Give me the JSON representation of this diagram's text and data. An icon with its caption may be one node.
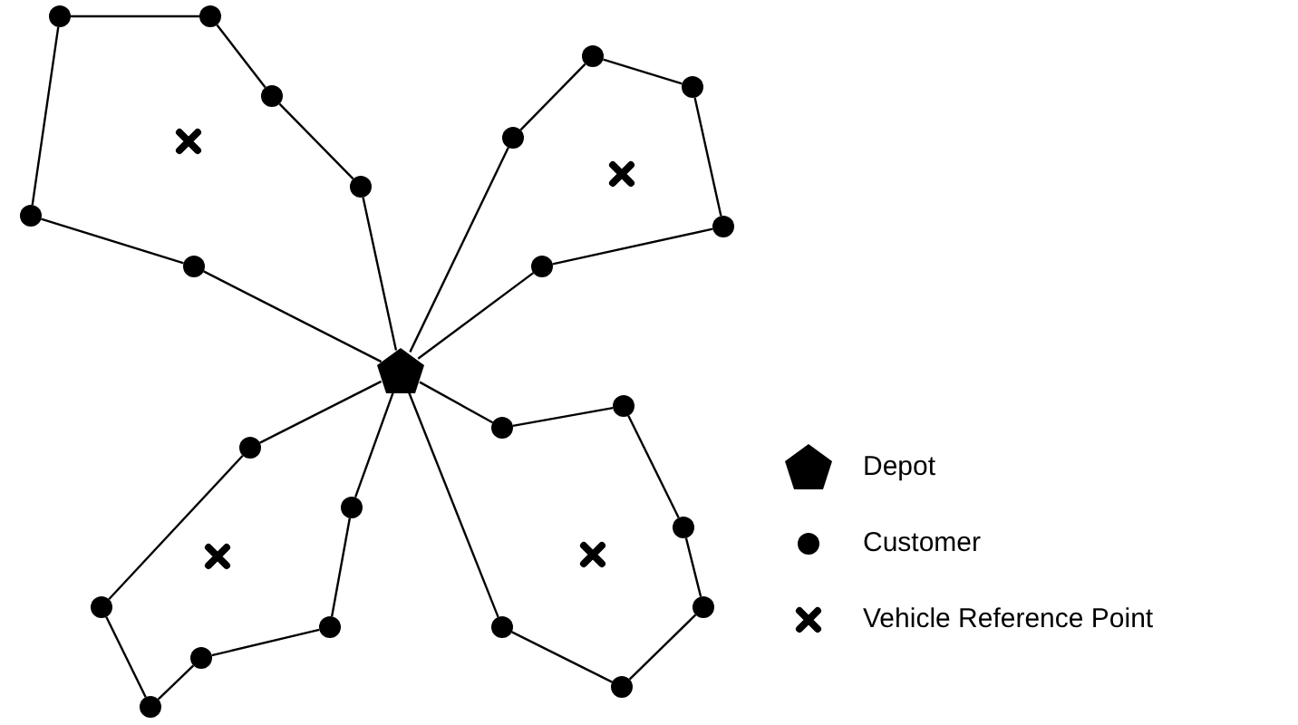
{
  "diagram": {
    "nodes": [
      {
        "text": [],
        "shape": "pentagon"
      },
      {
        "text": [],
        "shape": "circle"
      },
      {
        "text": [],
        "shape": "circle"
      },
      {
        "text": [],
        "shape": "circle"
      },
      {
        "text": [],
        "shape": "circle"
      },
      {
        "text": [],
        "shape": "circle"
      },
      {
        "text": [],
        "shape": "circle"
      },
      {
        "text": [],
        "shape": "circle"
      },
      {
        "text": [],
        "shape": "circle"
      },
      {
        "text": [],
        "shape": "circle"
      },
      {
        "text": [],
        "shape": "circle"
      },
      {
        "text": [],
        "shape": "circle"
      },
      {
        "text": [],
        "shape": "circle"
      },
      {
        "text": [],
        "shape": "circle"
      },
      {
        "text": [],
        "shape": "circle"
      },
      {
        "text": [],
        "shape": "circle"
      },
      {
        "text": [],
        "shape": "circle"
      },
      {
        "text": [],
        "shape": "circle"
      },
      {
        "text": [],
        "shape": "circle"
      },
      {
        "text": [],
        "shape": "circle"
      },
      {
        "text": [],
        "shape": "circle"
      },
      {
        "text": [],
        "shape": "circle"
      },
      {
        "text": [],
        "shape": "circle"
      },
      {
        "text": [],
        "shape": "circle"
      },
      {
        "text": [],
        "shape": "cross"
      },
      {
        "text": [],
        "shape": "cross"
      },
      {
        "text": [],
        "shape": "cross"
      },
      {
        "text": [],
        "shape": "cross"
      }
    ],
    "edges": [
      {
        "from": 0,
        "to": 1,
        "arrow": "none"
      },
      {
        "from": 1,
        "to": 2,
        "arrow": "none"
      },
      {
        "from": 2,
        "to": 3,
        "arrow": "none"
      },
      {
        "from": 3,
        "to": 4,
        "arrow": "none"
      },
      {
        "from": 4,
        "to": 5,
        "arrow": "none"
      },
      {
        "from": 5,
        "to": 6,
        "arrow": "none"
      },
      {
        "from": 6,
        "to": 0,
        "arrow": "none"
      },
      {
        "from": 0,
        "to": 7,
        "arrow": "none"
      },
      {
        "from": 7,
        "to": 8,
        "arrow": "none"
      },
      {
        "from": 8,
        "to": 9,
        "arrow": "none"
      },
      {
        "from": 9,
        "to": 10,
        "arrow": "none"
      },
      {
        "from": 10,
        "to": 11,
        "arrow": "none"
      },
      {
        "from": 11,
        "to": 0,
        "arrow": "none"
      },
      {
        "from": 0,
        "to": 12,
        "arrow": "none"
      },
      {
        "from": 12,
        "to": 13,
        "arrow": "none"
      },
      {
        "from": 13,
        "to": 14,
        "arrow": "none"
      },
      {
        "from": 14,
        "to": 15,
        "arrow": "none"
      },
      {
        "from": 15,
        "to": 16,
        "arrow": "none"
      },
      {
        "from": 16,
        "to": 17,
        "arrow": "none"
      },
      {
        "from": 17,
        "to": 0,
        "arrow": "none"
      },
      {
        "from": 0,
        "to": 18,
        "arrow": "none"
      },
      {
        "from": 18,
        "to": 19,
        "arrow": "none"
      },
      {
        "from": 19,
        "to": 20,
        "arrow": "none"
      },
      {
        "from": 20,
        "to": 21,
        "arrow": "none"
      },
      {
        "from": 21,
        "to": 22,
        "arrow": "none"
      },
      {
        "from": 22,
        "to": 23,
        "arrow": "none"
      },
      {
        "from": 23,
        "to": 0,
        "arrow": "none"
      }
    ],
    "legend": [
      {
        "text": "Depot"
      },
      {
        "text": "Customer"
      },
      {
        "text": "Vehicle Reference Point"
      }
    ]
  }
}
